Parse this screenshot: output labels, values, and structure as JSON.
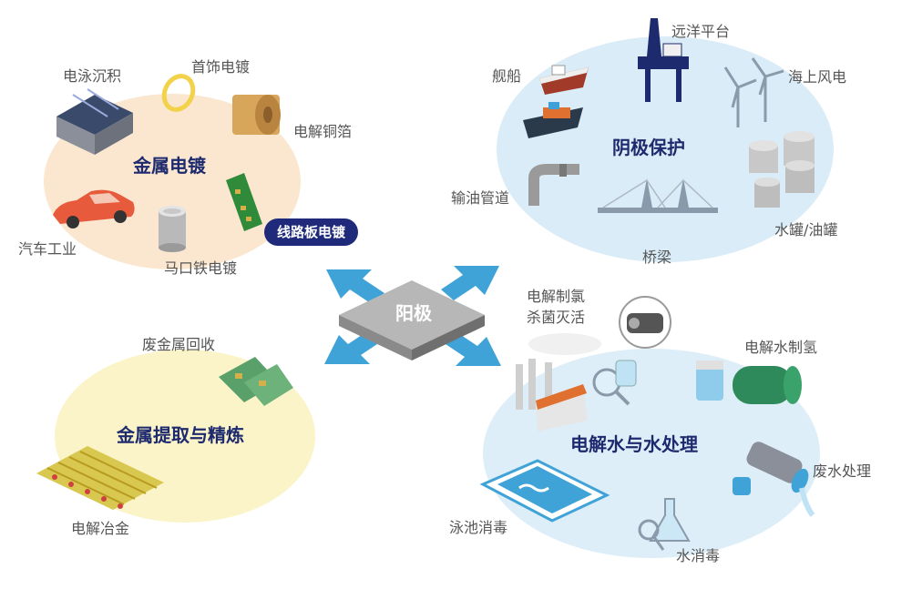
{
  "center": {
    "label": "阳极"
  },
  "pill_label": "线路板电镀",
  "regions": {
    "plating": {
      "title": "金属电镀",
      "items": [
        "电泳沉积",
        "首饰电镀",
        "电解铜箔",
        "汽车工业",
        "马口铁电镀"
      ]
    },
    "cathodic": {
      "title": "阴极保护",
      "items": [
        "远洋平台",
        "舰船",
        "海上风电",
        "输油管道",
        "桥梁",
        "水罐/油罐"
      ]
    },
    "extraction": {
      "title": "金属提取与精炼",
      "items": [
        "废金属回收",
        "电解冶金"
      ]
    },
    "water": {
      "title": "电解水与水处理",
      "items": [
        "电解制氯",
        "杀菌灭活",
        "电解水制氢",
        "废水处理",
        "泳池消毒",
        "水消毒"
      ]
    }
  },
  "colors": {
    "plating_bg": "#fbe7cf",
    "cathodic_bg": "#d9ecf7",
    "extraction_bg": "#fbf4c8",
    "water_bg": "#ddeef8",
    "title": "#1e2a6e",
    "pill": "#1f2b7a",
    "arrow": "#3fa3d8",
    "center": "#9a9a9a"
  }
}
